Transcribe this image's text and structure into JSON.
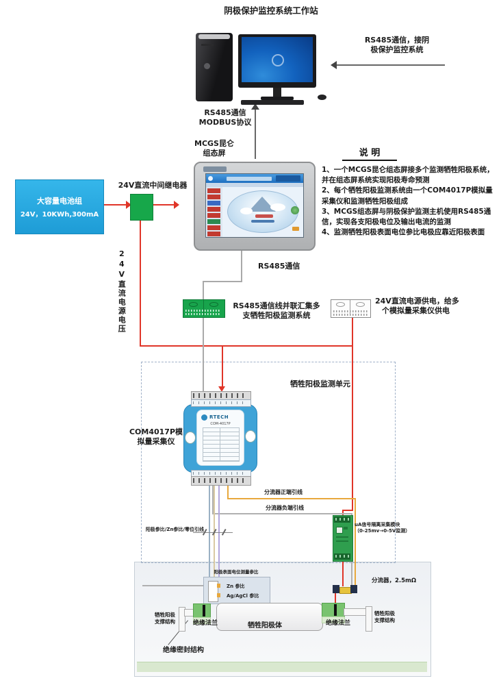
{
  "title": "阴极保护监控系统工作站",
  "labels": {
    "rs485_to_monitor_l1": "RS485通信，接阴",
    "rs485_to_monitor_l2": "极保护监控系统",
    "rs485_comm_top": "RS485通信",
    "modbus": "MODBUS协议",
    "mcgs_l1": "MCGS昆仑",
    "mcgs_l2": "组态屏",
    "relay": "24V直流中间继电器",
    "dc_bus_vertical": "24V直流电源电压",
    "rs485_comm_mid": "RS485通信",
    "rs485_bus_l1": "RS485通信线并联汇集多",
    "rs485_bus_l2": "支牺牲阳极监测系统",
    "dc_supply_l1": "24V直流电源供电，给多",
    "dc_supply_l2": "个模拟量采集仪供电",
    "unit": "牺牲阳极监测单元",
    "com_label_l1": "COM4017P模",
    "com_label_l2": "拟量采集仪",
    "shunt_pos": "分流器正端引线",
    "shunt_neg": "分流器负端引线",
    "ref_leads": "阳极参比/Zn参比/零位引线",
    "isolator_l1": "uA信号隔离采集模块",
    "isolator_l2": "（0-25mv→0-5V监测）",
    "surface_ref": "阳极表面电位测量参比",
    "zn_ref": "Zn 参比",
    "ag_ref": "Ag/AgCl 参比",
    "shunt": "分流器，2.5mΩ",
    "support_l1": "牺牲阳极",
    "support_l2": "支撑结构",
    "flange": "绝缘法兰",
    "anode_body": "牺牲阳极体",
    "seal": "绝缘密封结构"
  },
  "battery": {
    "l1": "大容量电池组",
    "l2": "24V，10KWh,300mA"
  },
  "device": {
    "brand": "RTECH",
    "model": "COM-4017P"
  },
  "notes": {
    "title": "说  明",
    "items": [
      "1、一个MCGS昆仑组态屏接多个监测牺牲阳极系统，并在组态屏系统实现阳极寿命预测",
      "2、每个牺牲阳极监测系统由一个COM4017P模拟量采集仪和监测牺牲阳极组成",
      "3、MCGS组态屏与阴极保护监测主机使用RS485通信，实现各支阳极电位及输出电流的监测",
      "4、监测牺牲阳极表面电位参比电极应靠近阳极表面"
    ]
  },
  "colors": {
    "battery_blue": "#29a9e0",
    "relay_green": "#17a74a",
    "terminal_green": "#18a44c",
    "isolator_green": "#2f9e4e",
    "module_blue": "#3fa3d7",
    "wire_red": "#e03528",
    "wire_orange": "#e8a83c"
  }
}
